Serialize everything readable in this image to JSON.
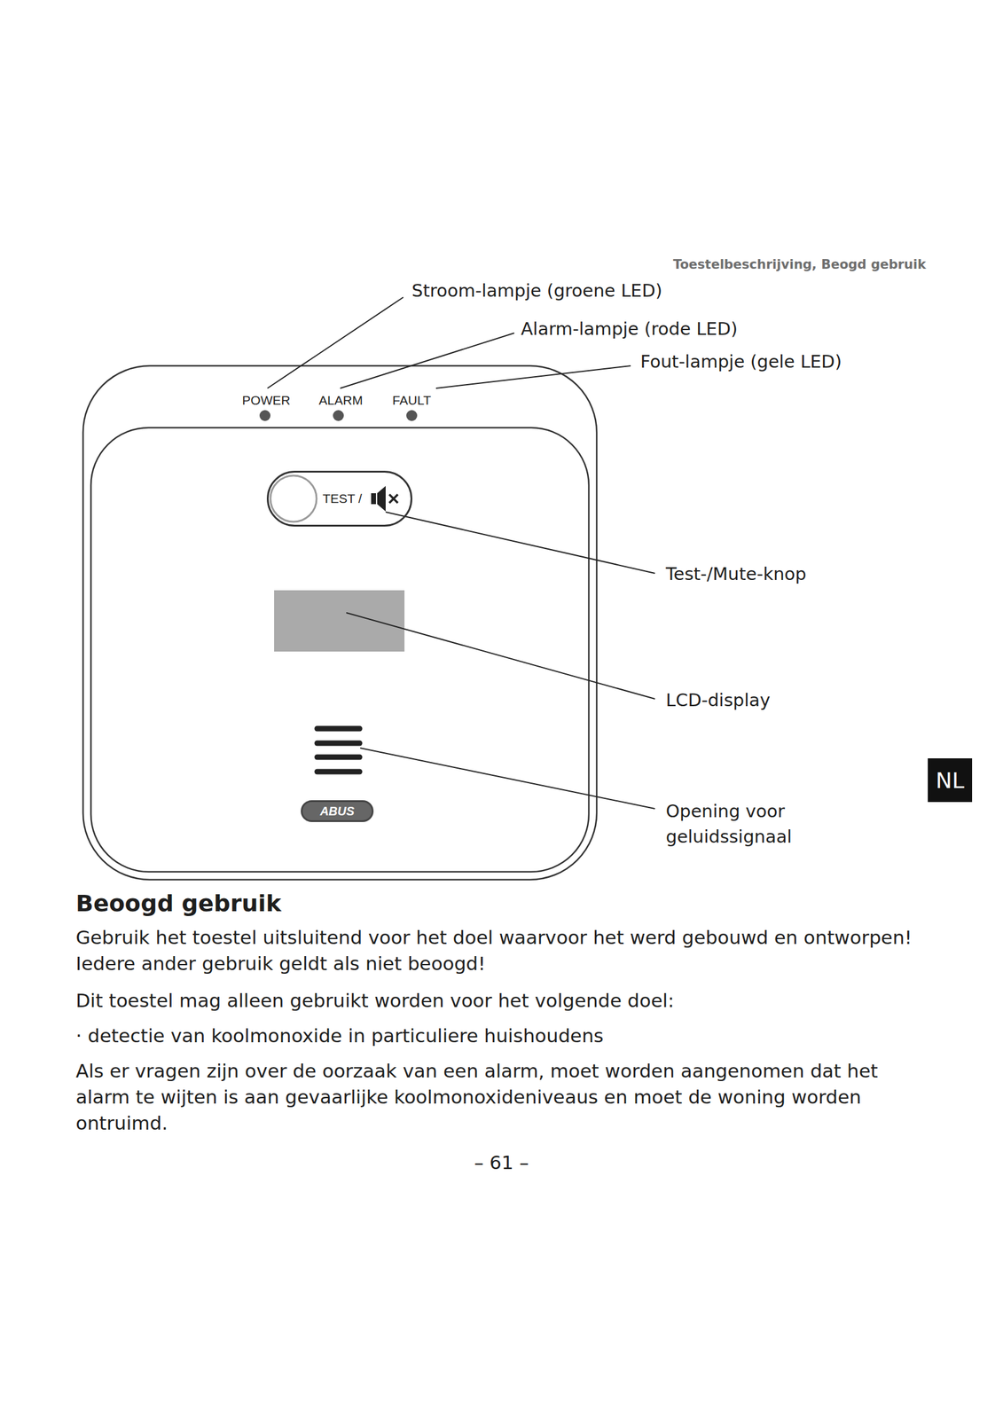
{
  "diagram": {
    "title": "Beoogd gebruik",
    "nodes": [
      {
        "text": [
          "TEST /"
        ]
      },
      {
        "text": [
          "ABUS"
        ]
      },
      {
        "text": [
          "NL"
        ]
      }
    ],
    "labels": [
      "Toestelbeschrijving, Beogd gebruik",
      "POWER",
      "ALARM",
      "FAULT",
      "Stroom-lampje (groene LED)",
      "Alarm-lampje (rode LED)",
      "Fout-lampje (gele LED)",
      "Test-/Mute-knop",
      "LCD-display",
      "Opening voor geluidssignaal",
      "Gebruik het toestel uitsluitend voor het doel waarvoor het werd gebouwd en ontworpen! Iedere ander gebruik geldt als niet beoogd!",
      "Dit toestel mag alleen gebruikt worden voor het volgende doel:",
      "· detectie van koolmonoxide in particuliere huishoudens",
      "Als er vragen zijn over de oorzaak van een alarm, moet worden aangenomen dat het alarm te wijten is aan gevaarlijke koolmonoxideniveaus en moet de woning worden ontruimd.",
      "– 61 –"
    ]
  }
}
